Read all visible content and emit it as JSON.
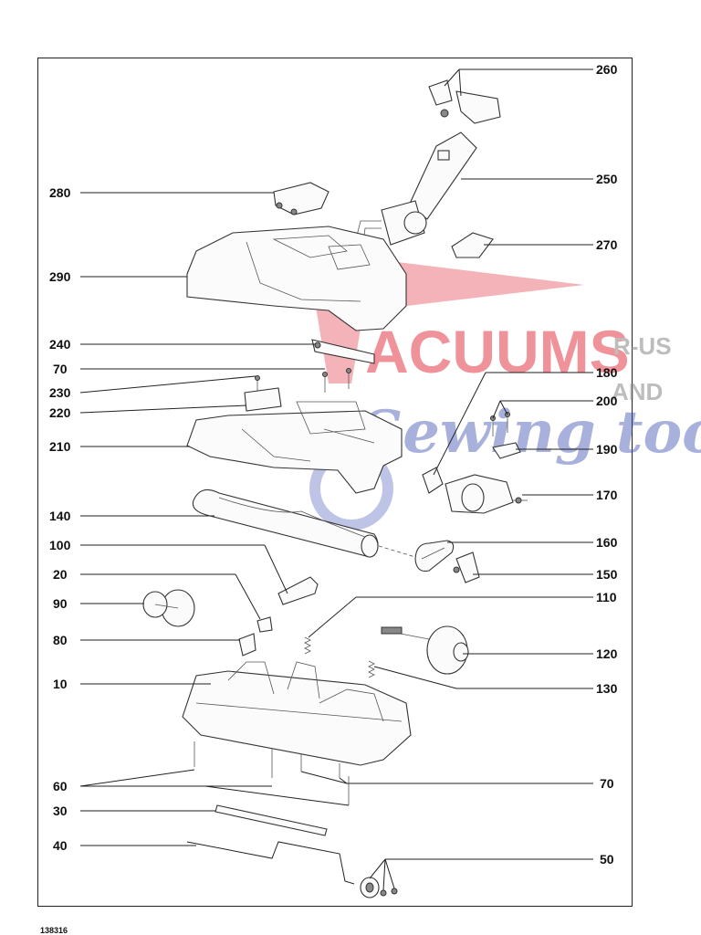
{
  "document_number": "138316",
  "watermark": {
    "line1": "VACUUMS",
    "line1_suffix": "R-US",
    "line2": "AND",
    "line3": "Sewing too",
    "red": "#e23a48",
    "blue": "#3a4bb0"
  },
  "callouts_left": [
    {
      "id": "280"
    },
    {
      "id": "290"
    },
    {
      "id": "240"
    },
    {
      "id": "70"
    },
    {
      "id": "230"
    },
    {
      "id": "220"
    },
    {
      "id": "210"
    },
    {
      "id": "140"
    },
    {
      "id": "100"
    },
    {
      "id": "20"
    },
    {
      "id": "90"
    },
    {
      "id": "80"
    },
    {
      "id": "10"
    },
    {
      "id": "60"
    },
    {
      "id": "30"
    },
    {
      "id": "40"
    }
  ],
  "callouts_right": [
    {
      "id": "260"
    },
    {
      "id": "250"
    },
    {
      "id": "270"
    },
    {
      "id": "180"
    },
    {
      "id": "200"
    },
    {
      "id": "190"
    },
    {
      "id": "170"
    },
    {
      "id": "160"
    },
    {
      "id": "150"
    },
    {
      "id": "110"
    },
    {
      "id": "120"
    },
    {
      "id": "130"
    },
    {
      "id": "70"
    },
    {
      "id": "50"
    }
  ]
}
